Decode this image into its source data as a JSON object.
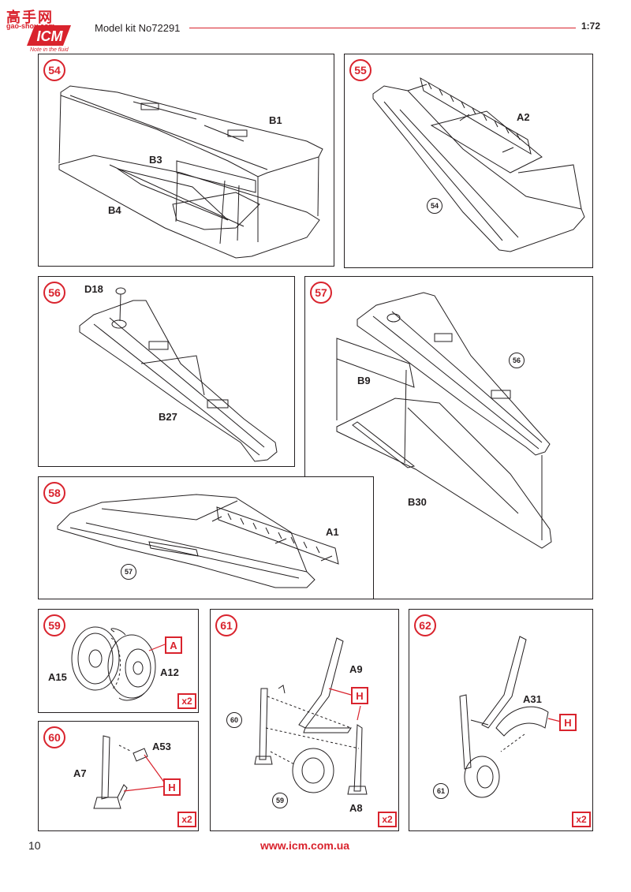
{
  "header": {
    "watermark_cn": "高手网",
    "watermark_url": "gao-shou.com",
    "brand": "ICM",
    "brand_tagline": "Note in the fluid",
    "title": "Model kit No72291",
    "scale": "1:72"
  },
  "steps": {
    "s54": {
      "number": "54",
      "labels": {
        "b1": "B1",
        "b3": "B3",
        "b4": "B4"
      }
    },
    "s55": {
      "number": "55",
      "labels": {
        "a2": "A2"
      },
      "ref": "54"
    },
    "s56": {
      "number": "56",
      "labels": {
        "d18": "D18",
        "b27": "B27"
      }
    },
    "s57": {
      "number": "57",
      "labels": {
        "b9": "B9",
        "b30": "B30"
      },
      "ref": "56"
    },
    "s58": {
      "number": "58",
      "labels": {
        "a1": "A1"
      },
      "ref": "57"
    },
    "s59": {
      "number": "59",
      "labels": {
        "a15": "A15",
        "a12": "A12"
      },
      "paint": "A",
      "qty": "x2"
    },
    "s60": {
      "number": "60",
      "labels": {
        "a7": "A7",
        "a53": "A53"
      },
      "paint": "H",
      "qty": "x2"
    },
    "s61": {
      "number": "61",
      "labels": {
        "a9": "A9",
        "a8": "A8"
      },
      "paint": "H",
      "refs": [
        "60",
        "59"
      ],
      "qty": "x2"
    },
    "s62": {
      "number": "62",
      "labels": {
        "a31": "A31"
      },
      "paint": "H",
      "ref": "61",
      "qty": "x2"
    }
  },
  "footer": {
    "page": "10",
    "website": "www.icm.com.ua"
  },
  "colors": {
    "accent": "#d9232d",
    "ink": "#231f20"
  }
}
